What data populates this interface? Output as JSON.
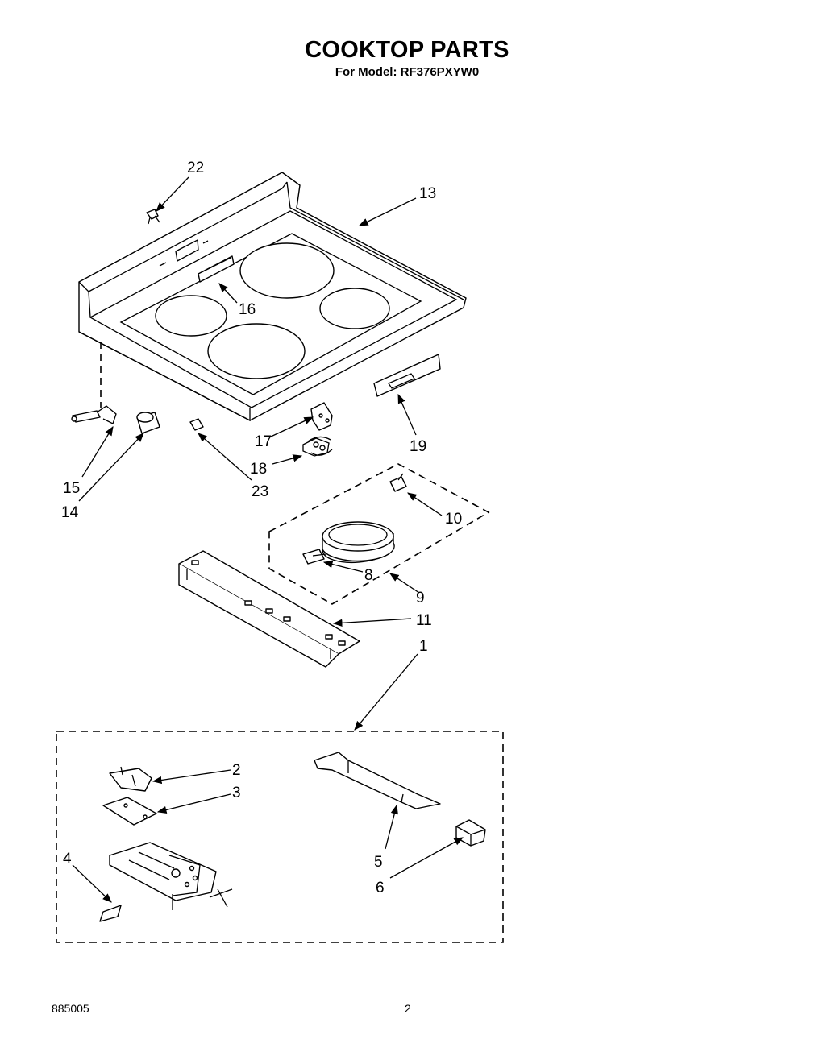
{
  "page": {
    "title": "COOKTOP PARTS",
    "subtitle": "For Model: RF376PXYW0",
    "doc_number": "885005",
    "page_number": "2"
  },
  "callouts": {
    "c1": "1",
    "c2": "2",
    "c3": "3",
    "c4": "4",
    "c5": "5",
    "c6": "6",
    "c8": "8",
    "c9": "9",
    "c10": "10",
    "c11": "11",
    "c13": "13",
    "c14": "14",
    "c15": "15",
    "c16": "16",
    "c17": "17",
    "c18": "18",
    "c19": "19",
    "c22": "22",
    "c23": "23"
  }
}
